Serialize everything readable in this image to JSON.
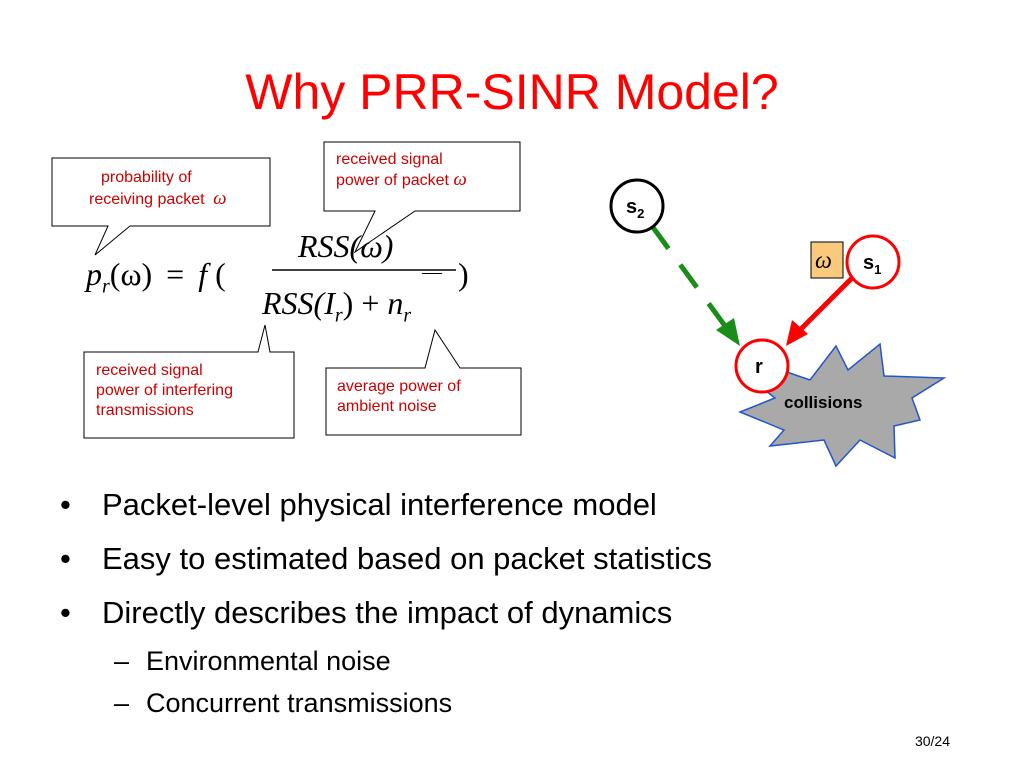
{
  "title": "Why PRR-SINR Model?",
  "callouts": {
    "probability": {
      "line1": "probability  of",
      "line2": "receiving packet",
      "symbol": "ω"
    },
    "signal": {
      "line1": "received signal",
      "line2": "power of packet",
      "symbol": "ω"
    },
    "interfering": {
      "line1": "received signal",
      "line2": "power of interfering",
      "line3": "transmissions"
    },
    "noise": {
      "line1": "average power of",
      "line2": "ambient noise"
    }
  },
  "formula": {
    "lhs_p": "p",
    "lhs_sub": "r",
    "lhs_arg": "(ω)",
    "equals": "=",
    "f": "f",
    "open_paren": "(",
    "close_paren": ")",
    "numerator": "RSS(ω)",
    "denominator_rss": "RSS(",
    "denominator_i": "I",
    "denominator_i_sub": "r",
    "denominator_close": ")",
    "plus": "+",
    "noise_n": "n",
    "noise_sub": "r",
    "bar": "—"
  },
  "diagram": {
    "s2": {
      "letter": "s",
      "sub": "2"
    },
    "s1": {
      "letter": "s",
      "sub": "1"
    },
    "r": "r",
    "packet_symbol": "ω",
    "collisions": "collisions",
    "colors": {
      "red": "#ff0000",
      "green": "#1a8c1a",
      "packet_fill": "#f9c97d",
      "burst_fill": "#a9a9a9"
    }
  },
  "bullets": [
    "Packet-level physical interference model",
    "Easy to estimated based on packet statistics",
    "Directly describes the impact of dynamics"
  ],
  "subbullets": [
    "Environmental noise",
    "Concurrent transmissions"
  ],
  "bullet_symbol": "•",
  "sub_symbol": "–",
  "page_number": "30/24"
}
